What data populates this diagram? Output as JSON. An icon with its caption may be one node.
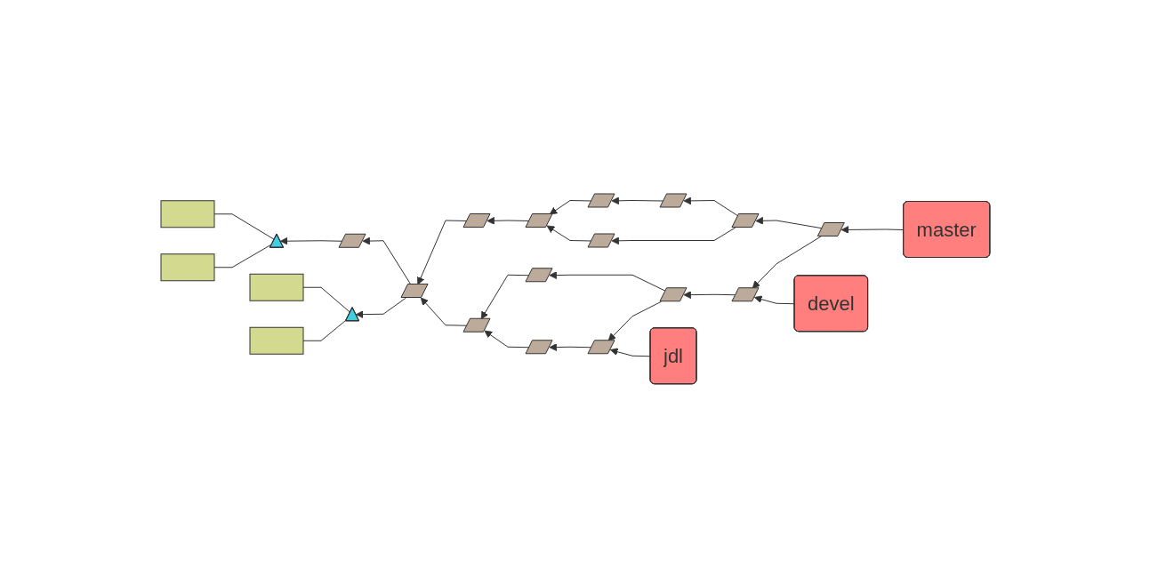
{
  "diagram": {
    "nodes": [
      {
        "text": [
          "master"
        ]
      },
      {
        "text": [],
        "shape": "parallelogram"
      },
      {
        "text": [],
        "shape": "parallelogram"
      },
      {
        "text": [],
        "shape": "parallelogram"
      },
      {
        "text": [],
        "shape": "parallelogram"
      },
      {
        "text": [],
        "shape": "parallelogram"
      },
      {
        "text": [],
        "shape": "parallelogram"
      },
      {
        "text": [],
        "shape": "parallelogram"
      },
      {
        "text": [],
        "shape": "parallelogram"
      },
      {
        "text": [],
        "shape": "parallelogram"
      },
      {
        "text": [],
        "shape": "triangle"
      },
      {
        "text": [],
        "shape": "triangle"
      },
      {
        "text": [],
        "shape": "parallelogram"
      },
      {
        "text": [],
        "shape": "parallelogram"
      },
      {
        "text": [],
        "shape": "parallelogram"
      },
      {
        "text": [],
        "shape": "parallelogram"
      },
      {
        "text": [],
        "shape": "parallelogram"
      },
      {
        "text": [],
        "shape": "parallelogram"
      },
      {
        "text": [],
        "shape": "box"
      },
      {
        "text": [],
        "shape": "box"
      },
      {
        "text": [],
        "shape": "box"
      },
      {
        "text": [],
        "shape": "box"
      },
      {
        "text": [
          "devel"
        ]
      },
      {
        "text": [
          "jdl"
        ]
      }
    ],
    "edges": [
      {
        "from": 0,
        "to": 9,
        "arrow": "to"
      },
      {
        "from": 9,
        "to": 8,
        "arrow": "to"
      },
      {
        "from": 8,
        "to": 2,
        "arrow": "to"
      },
      {
        "from": 2,
        "to": 1,
        "arrow": "to"
      },
      {
        "from": 1,
        "to": 6,
        "arrow": "to"
      },
      {
        "from": 8,
        "to": 7,
        "arrow": "to"
      },
      {
        "from": 7,
        "to": 6,
        "arrow": "to"
      },
      {
        "from": 6,
        "to": 5,
        "arrow": "to"
      },
      {
        "from": 5,
        "to": 4,
        "arrow": "to"
      },
      {
        "from": 4,
        "to": 3,
        "arrow": "to"
      },
      {
        "from": 3,
        "to": 10,
        "arrow": "to"
      },
      {
        "from": 4,
        "to": 11,
        "arrow": "to"
      },
      {
        "from": 10,
        "to": 18,
        "arrow": "none"
      },
      {
        "from": 10,
        "to": 19,
        "arrow": "none"
      },
      {
        "from": 11,
        "to": 20,
        "arrow": "none"
      },
      {
        "from": 11,
        "to": 21,
        "arrow": "none"
      },
      {
        "from": 9,
        "to": 15,
        "arrow": "to"
      },
      {
        "from": 15,
        "to": 14,
        "arrow": "to"
      },
      {
        "from": 14,
        "to": 13,
        "arrow": "to"
      },
      {
        "from": 13,
        "to": 12,
        "arrow": "to"
      },
      {
        "from": 12,
        "to": 4,
        "arrow": "to"
      },
      {
        "from": 14,
        "to": 17,
        "arrow": "to"
      },
      {
        "from": 17,
        "to": 16,
        "arrow": "to"
      },
      {
        "from": 16,
        "to": 12,
        "arrow": "to"
      },
      {
        "from": 22,
        "to": 15,
        "arrow": "to"
      },
      {
        "from": 23,
        "to": 17,
        "arrow": "to"
      }
    ]
  }
}
